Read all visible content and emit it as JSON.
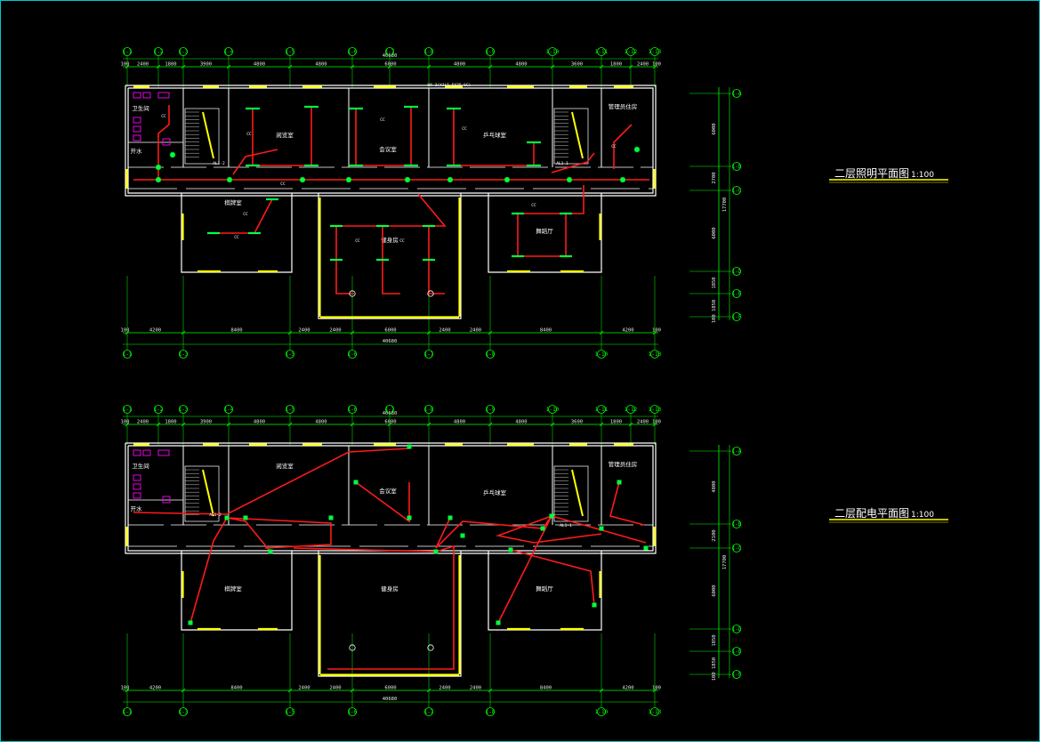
{
  "titles": {
    "lighting": "二层照明平面图",
    "power": "二层配电平面图",
    "scale": "1:100"
  },
  "dims": {
    "top_total": "40680",
    "top_segments": [
      "100",
      "2400",
      "1800",
      "3900",
      "4800",
      "4800",
      "6000",
      "4800",
      "4800",
      "3600",
      "1800",
      "2400",
      "100"
    ],
    "bottom_total": "40680",
    "bottom_segments": [
      "100",
      "4200",
      "8400",
      "2400",
      "2400",
      "6000",
      "2400",
      "2400",
      "8400",
      "4200",
      "100"
    ],
    "right_top": [
      "6000",
      "2700"
    ],
    "right_total": "17700",
    "right_lower": [
      "6000",
      "1850",
      "100 1850"
    ],
    "power_right_top": [
      "4800",
      "2100"
    ],
    "power_right_total": "17700",
    "power_right_lower": [
      "6000",
      "1850",
      "100 1850"
    ]
  },
  "axes": {
    "top": [
      "1-1",
      "1-2",
      "1-3",
      "1-4",
      "1-5",
      "1-6",
      "1-7",
      "1-8",
      "1-9",
      "1-10",
      "1-11",
      "1-12",
      "1-13"
    ],
    "bottom": [
      "1-1",
      "1-3",
      "1-5",
      "1-6",
      "1-7",
      "1-8",
      "1-10",
      "1-13"
    ],
    "right": [
      "1-A",
      "1-B",
      "1-C",
      "1-D",
      "1-E",
      "1-F"
    ]
  },
  "rooms": {
    "wc": "卫生间",
    "water": "开水",
    "reading": "阅览室",
    "meeting": "会议室",
    "pingpong": "乒乓球室",
    "manager": "管理员住房",
    "chess": "棋牌室",
    "gym": "健身房",
    "dance": "舞蹈厅"
  },
  "labels": {
    "panel_a": "AL1-2",
    "panel_b": "AL1-1",
    "feeder": "WX-3(YJL5-5X25-SC)",
    "cc": "CC"
  },
  "colors": {
    "wire": "#ff1a1a",
    "lamp": "#00ff40",
    "wall": "#ffffff",
    "window": "#ffff00",
    "axis": "#00ff00",
    "fixture": "#ff00ff",
    "frame": "#00c8c8"
  }
}
